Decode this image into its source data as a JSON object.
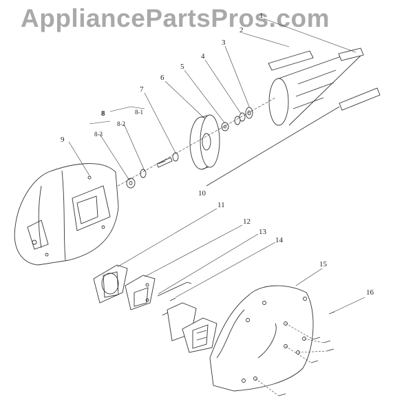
{
  "watermark": "AppliancePartsPros.com",
  "callouts": {
    "c1": "1",
    "c2": "2",
    "c3": "3",
    "c4": "4",
    "c5": "5",
    "c6": "6",
    "c7": "7",
    "c8": "8",
    "c8_1": "8-1",
    "c8_2": "8-2",
    "c8_3": "8-3",
    "c9": "9",
    "c10": "10",
    "c11": "11",
    "c12": "12",
    "c13": "13",
    "c14": "14",
    "c15": "15",
    "c16": "16"
  }
}
